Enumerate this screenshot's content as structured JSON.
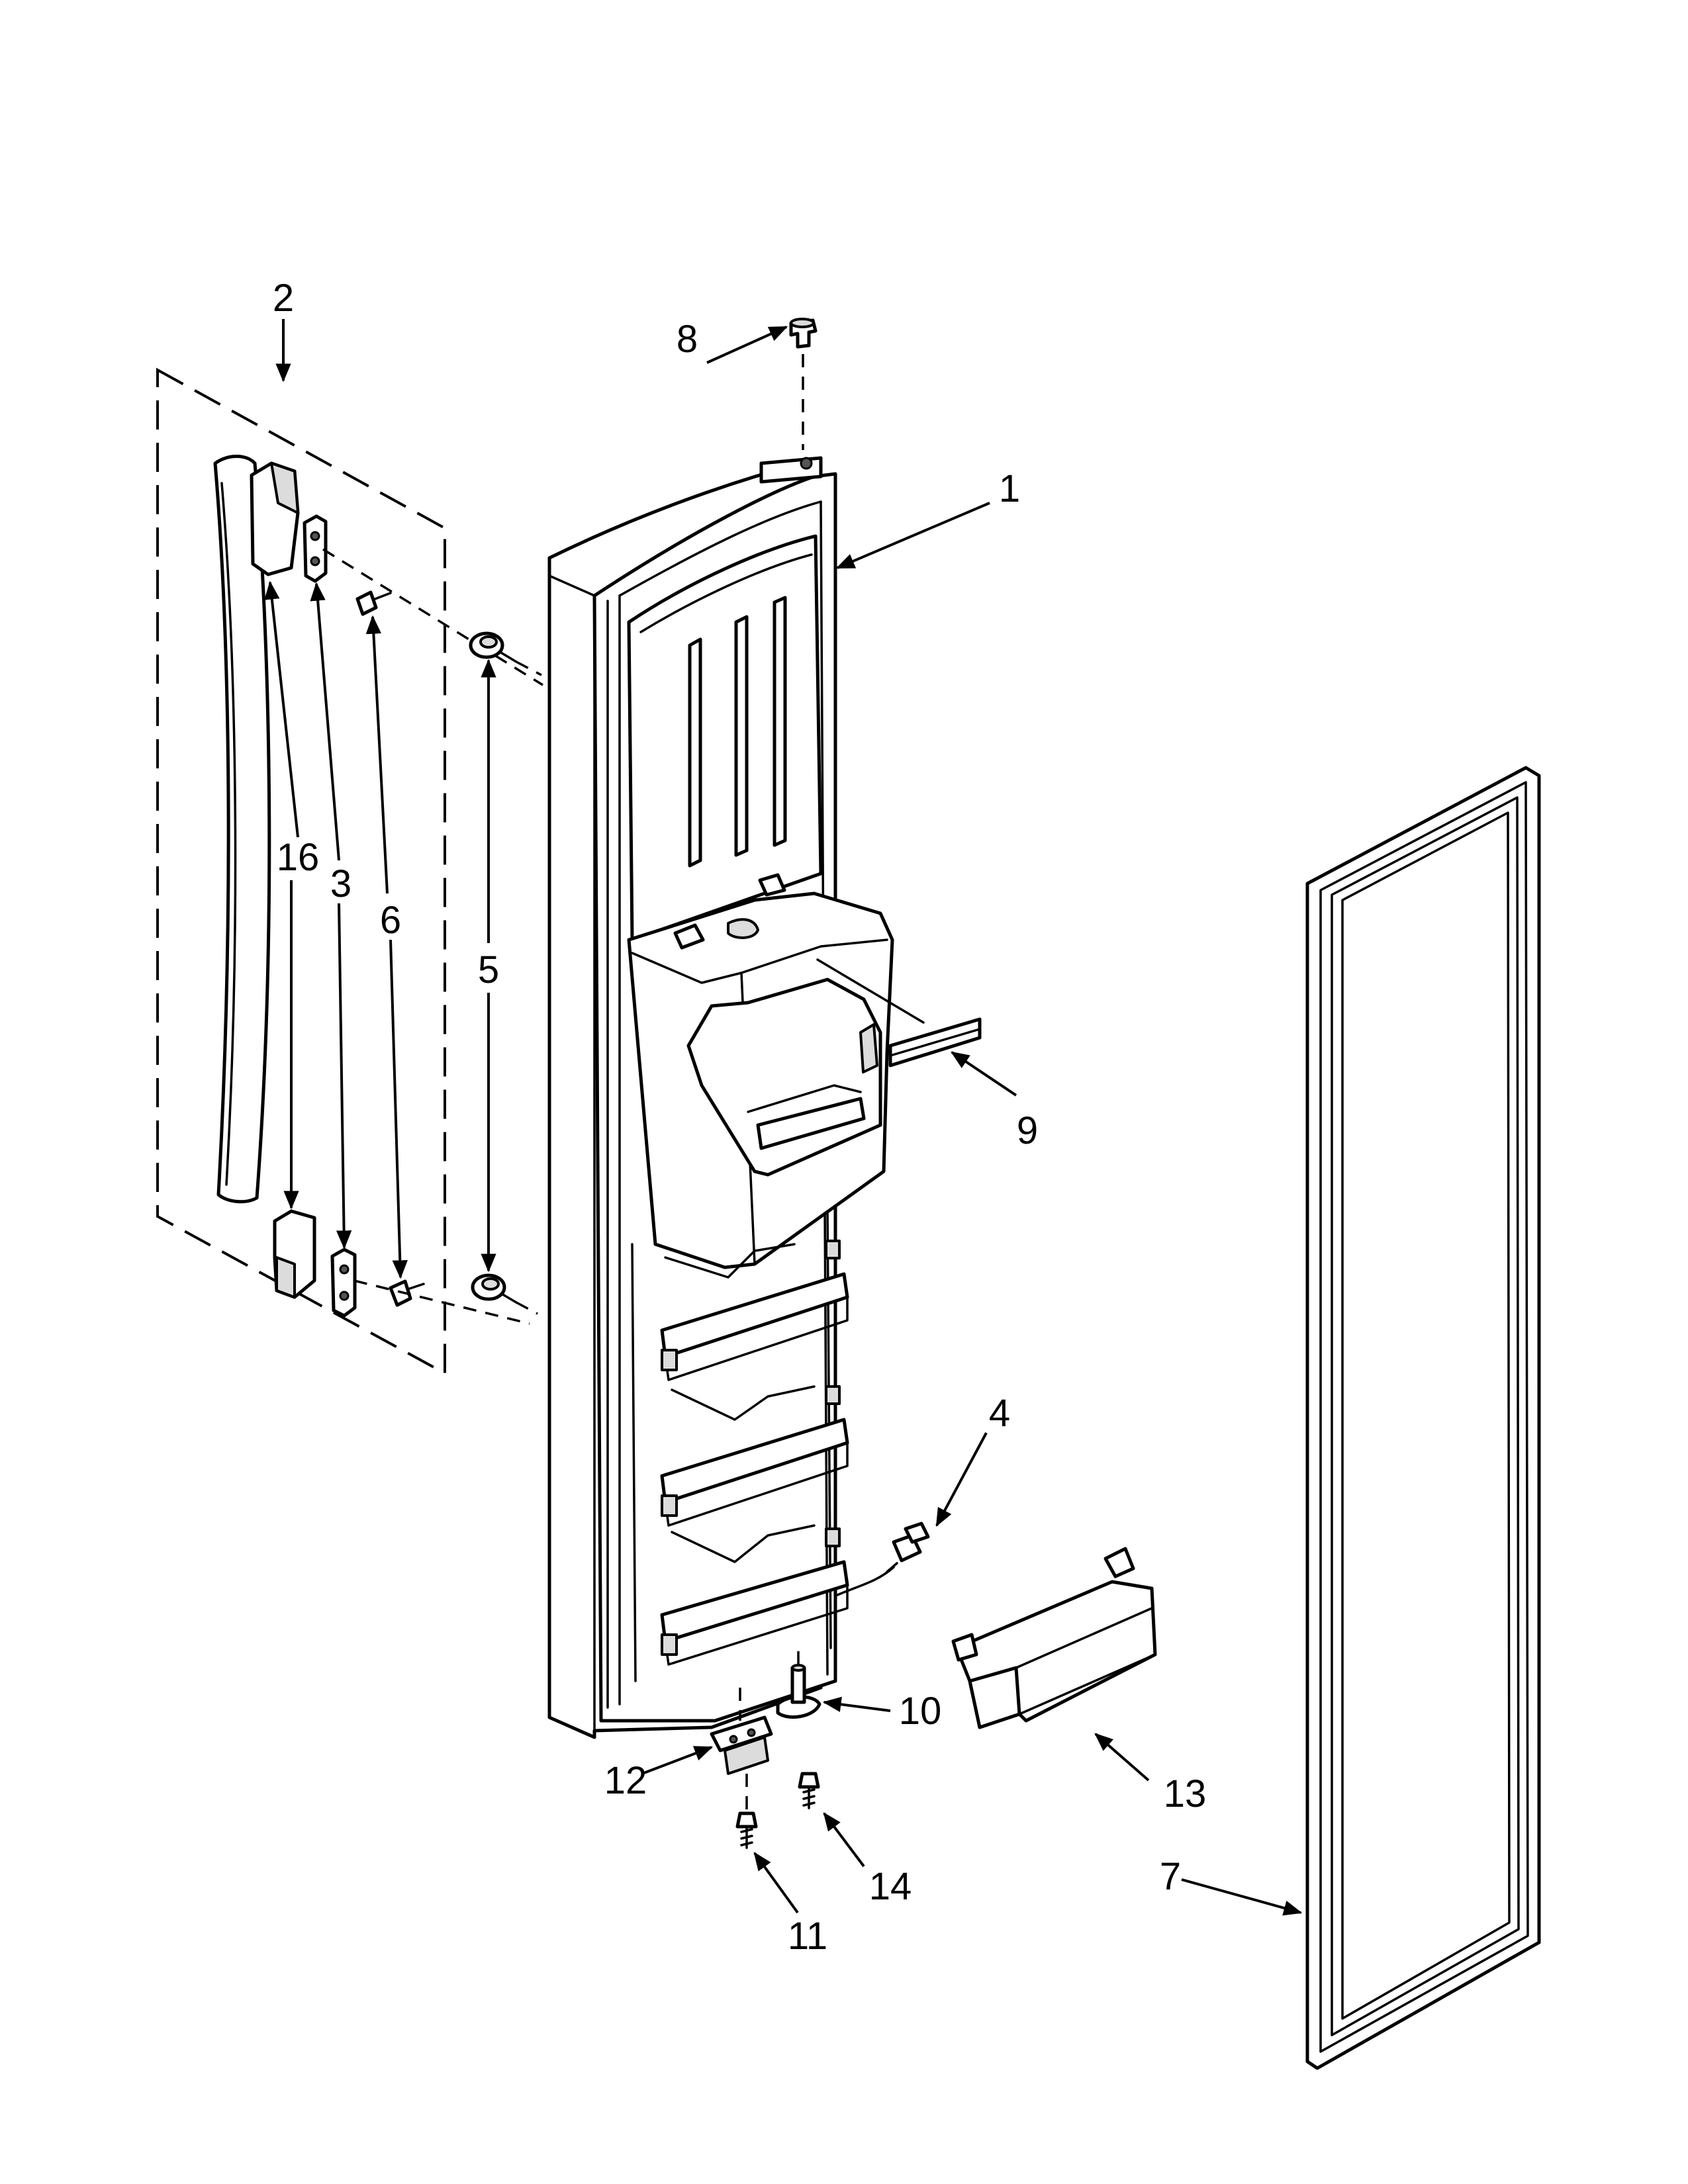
{
  "callouts": {
    "c1": "1",
    "c2": "2",
    "c3": "3",
    "c4": "4",
    "c5": "5",
    "c6": "6",
    "c7": "7",
    "c8": "8",
    "c9": "9",
    "c10": "10",
    "c11": "11",
    "c12": "12",
    "c13": "13",
    "c14": "14",
    "c16": "16"
  }
}
